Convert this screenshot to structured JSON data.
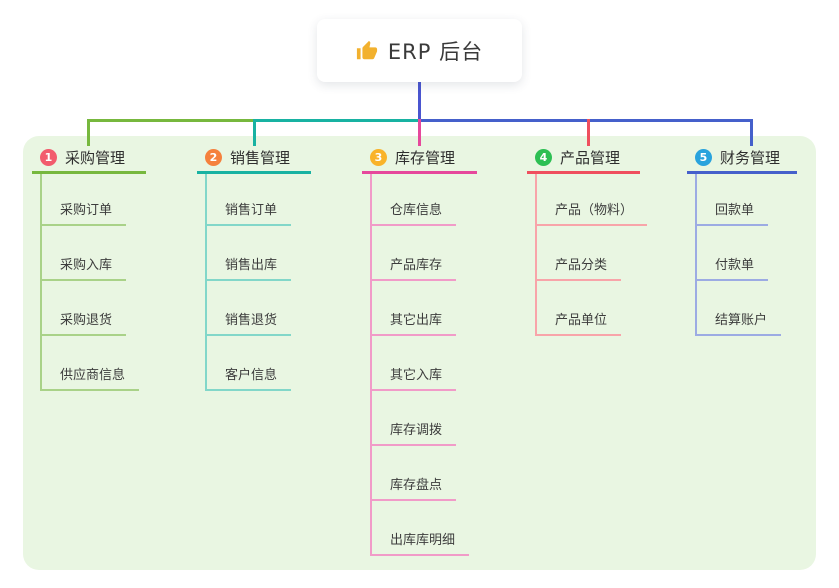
{
  "canvas": {
    "panel_background": "#e9f6e2",
    "root_line_color": "#4a55d0"
  },
  "root": {
    "label": "ERP 后台",
    "icon": "thumbs-up-icon",
    "icon_color": "#f2b12e"
  },
  "branches": [
    {
      "number": "1",
      "label": "采购管理",
      "badge_color": "#f25c6d",
      "line_color": "#77b83e",
      "line_color_light": "#a9d288",
      "children": [
        "采购订单",
        "采购入库",
        "采购退货",
        "供应商信息"
      ]
    },
    {
      "number": "2",
      "label": "销售管理",
      "badge_color": "#f5813d",
      "line_color": "#18b2a2",
      "line_color_light": "#82d7c9",
      "children": [
        "销售订单",
        "销售出库",
        "销售退货",
        "客户信息"
      ]
    },
    {
      "number": "3",
      "label": "库存管理",
      "badge_color": "#f9b32a",
      "line_color": "#e6489c",
      "line_color_light": "#f19bc8",
      "children": [
        "仓库信息",
        "产品库存",
        "其它出库",
        "其它入库",
        "库存调拨",
        "库存盘点",
        "出库库明细"
      ]
    },
    {
      "number": "4",
      "label": "产品管理",
      "badge_color": "#2dbf53",
      "line_color": "#ef4f5e",
      "line_color_light": "#f8a4a9",
      "children": [
        "产品（物料）",
        "产品分类",
        "产品单位"
      ]
    },
    {
      "number": "5",
      "label": "财务管理",
      "badge_color": "#29a3dd",
      "line_color": "#4560cb",
      "line_color_light": "#9cabe3",
      "children": [
        "回款单",
        "付款单",
        "结算账户"
      ]
    }
  ]
}
